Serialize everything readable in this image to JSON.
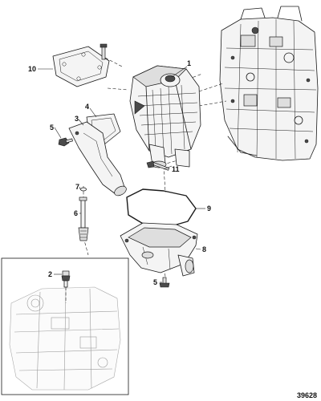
{
  "figure_id": "39628",
  "callouts": [
    {
      "label": "1",
      "target": "supercharger-housing"
    },
    {
      "label": "2",
      "target": "sensor-fitting"
    },
    {
      "label": "3",
      "target": "outlet-elbow"
    },
    {
      "label": "4",
      "target": "elbow-gasket"
    },
    {
      "label": "5",
      "target": "elbow-bolt"
    },
    {
      "label": "5",
      "target": "pan-drain-bolt"
    },
    {
      "label": "6",
      "target": "oil-pickup-tube"
    },
    {
      "label": "7",
      "target": "pickup-o-ring"
    },
    {
      "label": "8",
      "target": "oil-sump-pan"
    },
    {
      "label": "9",
      "target": "pan-gasket"
    },
    {
      "label": "10",
      "target": "cover-gasket"
    },
    {
      "label": "11",
      "target": "mounting-bolt"
    }
  ]
}
